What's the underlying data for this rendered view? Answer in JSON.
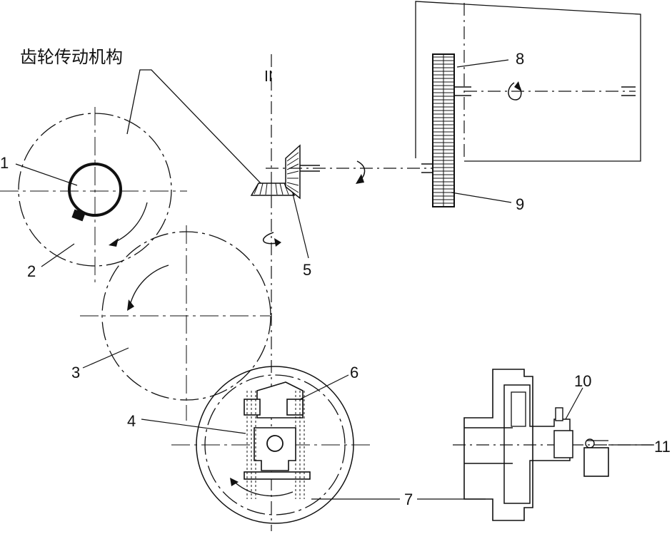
{
  "title": "齿轮传动机构",
  "shaft_mark": "II",
  "labels": {
    "l1": "1",
    "l2": "2",
    "l3": "3",
    "l4": "4",
    "l5": "5",
    "l6": "6",
    "l7": "7",
    "l8": "8",
    "l9": "9",
    "l10": "10",
    "l11": "11"
  },
  "colors": {
    "ink": "#111111",
    "background": "#ffffff"
  }
}
